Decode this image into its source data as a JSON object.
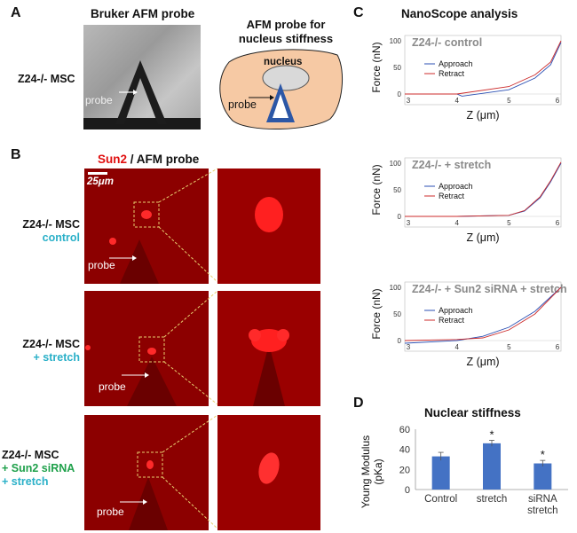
{
  "panelA": {
    "letter": "A",
    "title": "Bruker AFM probe",
    "cell_label": "Z24-/- MSC",
    "probe_label": "probe",
    "diagram_title_line1": "AFM probe for",
    "diagram_title_line2": "nucleus stiffness",
    "nucleus_label": "nucleus",
    "diagram_probe_label": "probe"
  },
  "panelB": {
    "letter": "B",
    "header_red": "Sun2",
    "header_rest": " / AFM probe",
    "scale_label": "25μm",
    "rows": [
      {
        "line1": "Z24-/- MSC",
        "line2": "control",
        "line3": "",
        "line4": "",
        "probe": "probe"
      },
      {
        "line1": "Z24-/- MSC",
        "line2": "+ stretch",
        "line3": "",
        "line4": "",
        "probe": "probe"
      },
      {
        "line1": "Z24-/- MSC",
        "line2": "+ Sun2 siRNA",
        "line3": "+ stretch",
        "line4": "",
        "probe": "probe"
      }
    ]
  },
  "panelC": {
    "letter": "C",
    "title": "NanoScope analysis",
    "ylabel": "Force (nN)",
    "xlabel": "Z (μm)",
    "legend_approach": "Approach",
    "legend_retract": "Retract",
    "plots": [
      {
        "title": "Z24-/- control"
      },
      {
        "title": "Z24-/- + stretch"
      },
      {
        "title": "Z24-/- + Sun2 siRNA + stretch"
      }
    ],
    "approach_color": "#2b4fb3",
    "retract_color": "#cc2b2b"
  },
  "chart_data": [
    {
      "type": "line",
      "title": "Z24-/- control",
      "xlabel": "Z (μm)",
      "ylabel": "Force (nN)",
      "xlim": [
        3,
        6
      ],
      "ylim": [
        0,
        100
      ],
      "xticks": [
        3,
        4,
        5,
        6
      ],
      "yticks": [
        0,
        50,
        100
      ],
      "series": [
        {
          "name": "Approach",
          "x": [
            3,
            4,
            4.1,
            5,
            5.5,
            5.8,
            6
          ],
          "y": [
            0,
            0,
            -4,
            8,
            30,
            55,
            97
          ]
        },
        {
          "name": "Retract",
          "x": [
            3,
            4,
            5,
            5.5,
            5.8,
            6
          ],
          "y": [
            0,
            0,
            14,
            36,
            60,
            100
          ]
        }
      ]
    },
    {
      "type": "line",
      "title": "Z24-/- + stretch",
      "xlabel": "Z (μm)",
      "ylabel": "Force (nN)",
      "xlim": [
        3,
        6
      ],
      "ylim": [
        0,
        100
      ],
      "xticks": [
        3,
        4,
        5,
        6
      ],
      "yticks": [
        0,
        50,
        100
      ],
      "series": [
        {
          "name": "Approach",
          "x": [
            3,
            4,
            5,
            5.3,
            5.6,
            5.8,
            6
          ],
          "y": [
            0,
            0,
            2,
            10,
            35,
            65,
            100
          ]
        },
        {
          "name": "Retract",
          "x": [
            3,
            4,
            5,
            5.3,
            5.6,
            5.8,
            6
          ],
          "y": [
            0,
            0,
            2,
            11,
            37,
            67,
            102
          ]
        }
      ]
    },
    {
      "type": "line",
      "title": "Z24-/- + Sun2 siRNA + stretch",
      "xlabel": "Z (μm)",
      "ylabel": "Force (nN)",
      "xlim": [
        3,
        6
      ],
      "ylim": [
        0,
        100
      ],
      "xticks": [
        3,
        4,
        5,
        6
      ],
      "yticks": [
        0,
        50,
        100
      ],
      "series": [
        {
          "name": "Approach",
          "x": [
            3,
            4,
            4.5,
            5,
            5.5,
            6
          ],
          "y": [
            -5,
            0,
            8,
            25,
            55,
            100
          ]
        },
        {
          "name": "Retract",
          "x": [
            3,
            4,
            4.5,
            5,
            5.5,
            6
          ],
          "y": [
            0,
            2,
            5,
            20,
            50,
            100
          ]
        }
      ]
    },
    {
      "type": "bar",
      "title": "Nuclear stiffness",
      "ylabel": "Young Modulus (pKa)",
      "categories": [
        "Control",
        "stretch",
        "siRNA stretch"
      ],
      "values": [
        33,
        46,
        26
      ],
      "errors": [
        4,
        3,
        3
      ],
      "significance": [
        "",
        "*",
        "*"
      ],
      "ylim": [
        0,
        60
      ],
      "yticks": [
        0,
        20,
        40,
        60
      ],
      "color": "#4472c4"
    }
  ],
  "panelD": {
    "letter": "D",
    "title": "Nuclear stiffness",
    "ylabel_line1": "Young Modulus",
    "ylabel_line2": "(pKa)",
    "cat_line1": [
      "Control",
      "stretch",
      "siRNA"
    ],
    "cat_line2": [
      "",
      "",
      "stretch"
    ]
  }
}
